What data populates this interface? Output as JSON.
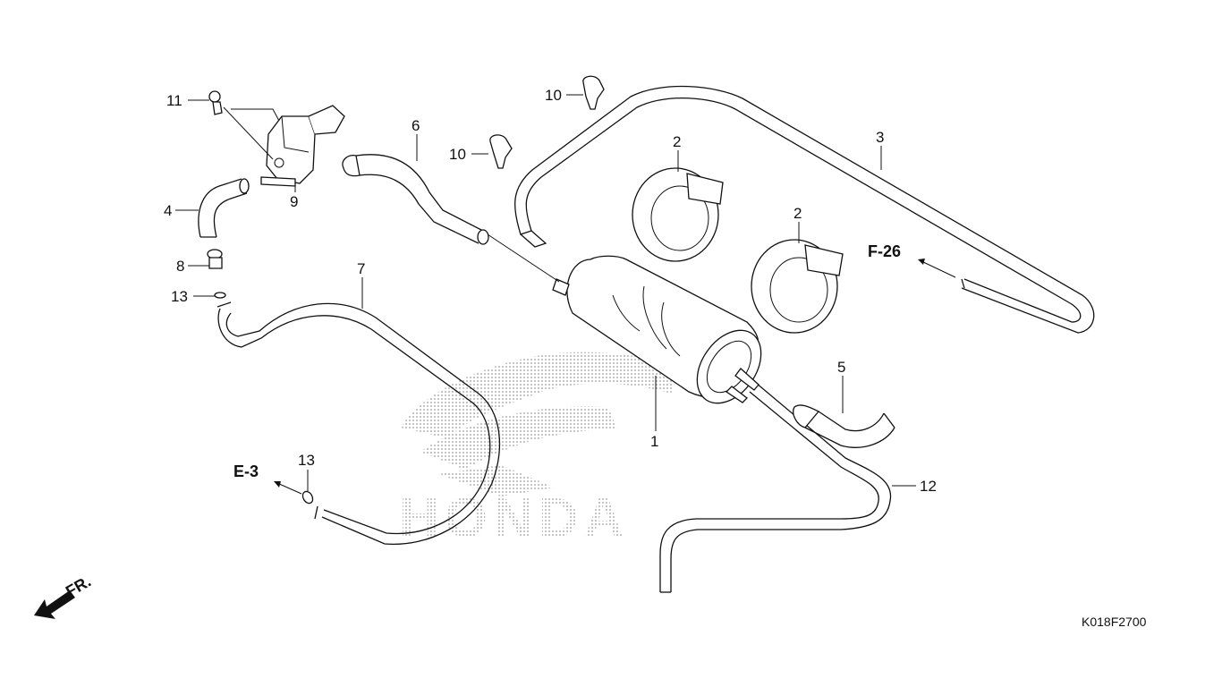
{
  "diagram": {
    "callouts": [
      "1",
      "2",
      "2",
      "3",
      "4",
      "5",
      "6",
      "7",
      "8",
      "9",
      "10",
      "10",
      "11",
      "12",
      "13",
      "13"
    ],
    "refs": {
      "e3": "E-3",
      "f26": "F-26"
    },
    "front_marker": "FR.",
    "drawing_code": "K018F2700",
    "watermark": "HONDA"
  }
}
